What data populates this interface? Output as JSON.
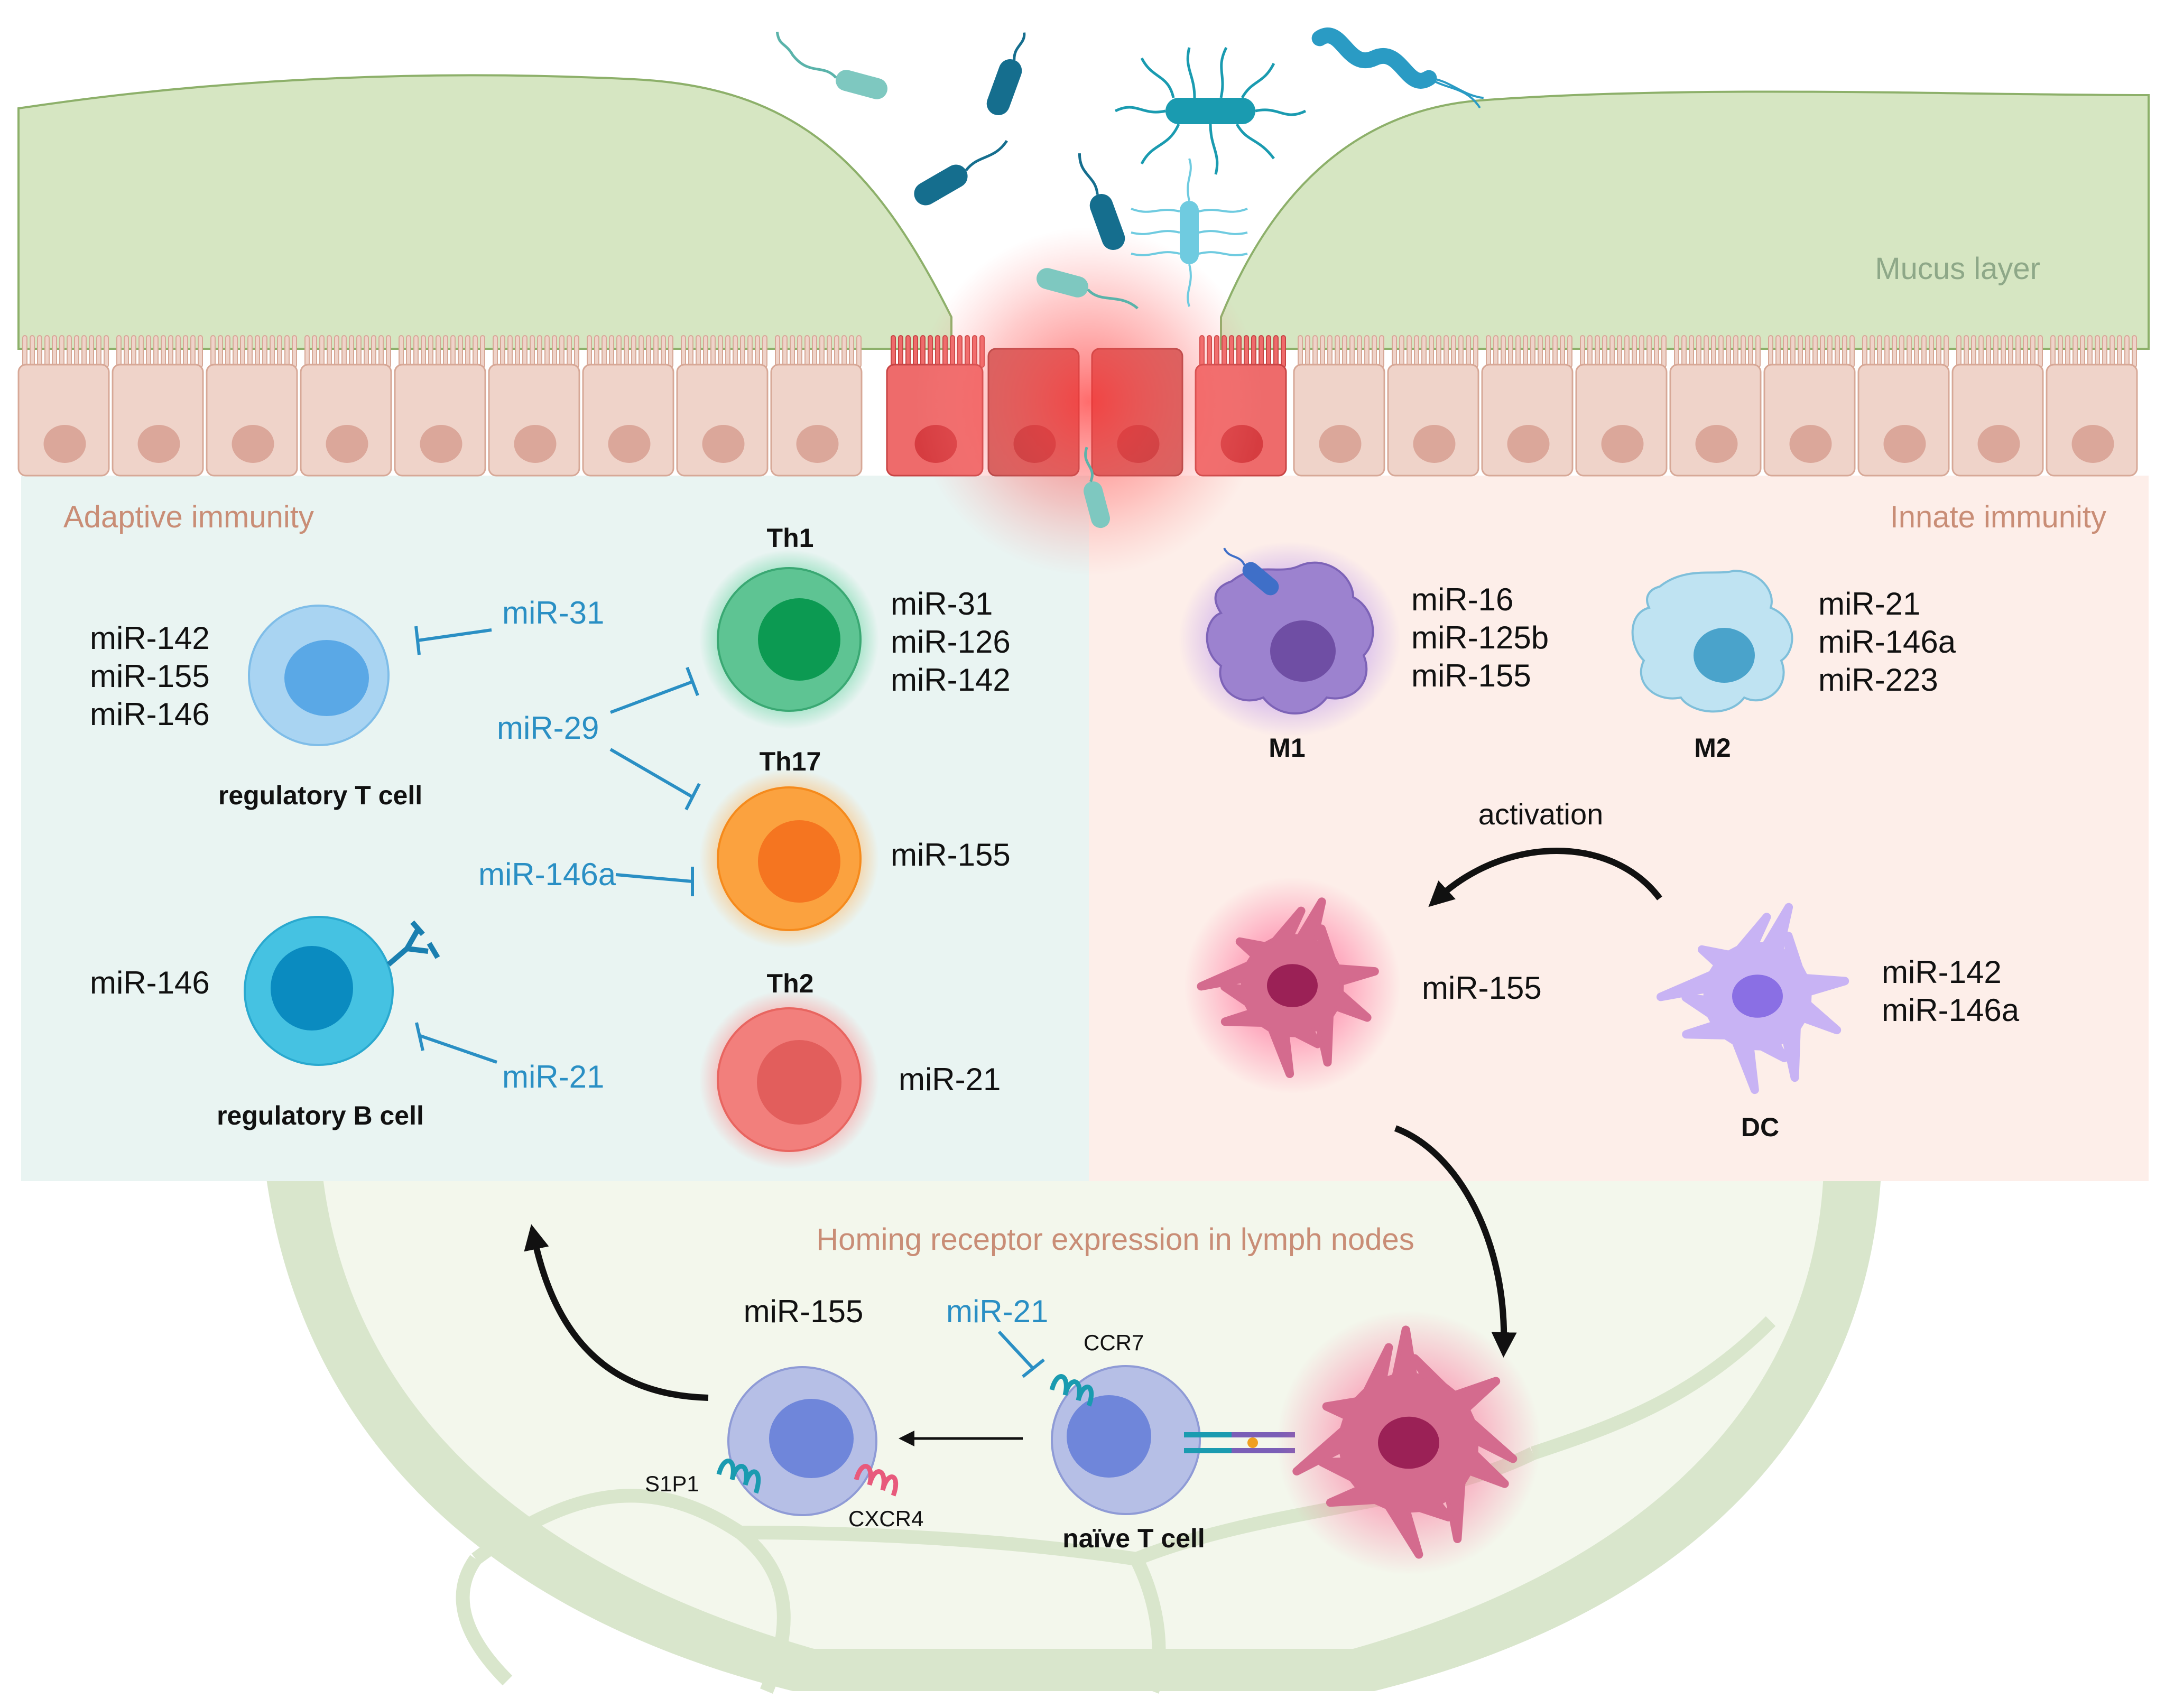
{
  "regions": {
    "mucus_layer": "Mucus layer",
    "adaptive": "Adaptive immunity",
    "innate": "Innate immunity",
    "lymph": "Homing receptor expression in lymph nodes"
  },
  "adaptive": {
    "treg": {
      "name": "regulatory T cell",
      "mirs": [
        "miR-142",
        "miR-155",
        "miR-146"
      ],
      "inhibitor": "miR-31"
    },
    "breg": {
      "name": "regulatory B cell",
      "mirs": [
        "miR-146"
      ],
      "inhibitor": "miR-21"
    },
    "th1": {
      "name": "Th1",
      "mirs": [
        "miR-31",
        "miR-126",
        "miR-142"
      ]
    },
    "th17": {
      "name": "Th17",
      "mirs": [
        "miR-155"
      ],
      "inhibitor": "miR-146a"
    },
    "th2": {
      "name": "Th2",
      "mirs": [
        "miR-21"
      ]
    },
    "shared_inhibitor": "miR-29"
  },
  "innate": {
    "m1": {
      "name": "M1",
      "mirs": [
        "miR-16",
        "miR-125b",
        "miR-155"
      ]
    },
    "m2": {
      "name": "M2",
      "mirs": [
        "miR-21",
        "miR-146a",
        "miR-223"
      ]
    },
    "activated_dc": {
      "mirs": [
        "miR-155"
      ]
    },
    "dc": {
      "name": "DC",
      "mirs": [
        "miR-142",
        "miR-146a"
      ]
    },
    "activation_label": "activation"
  },
  "lymph": {
    "naive_t": {
      "name": "naïve T cell",
      "receptor": "CCR7",
      "inhibitor": "miR-21"
    },
    "homing_t": {
      "mir": "miR-155",
      "receptors": [
        "S1P1",
        "CXCR4"
      ]
    }
  },
  "colors": {
    "adaptive_bg": "#e9f4f2",
    "innate_bg": "#fdeee9",
    "mucus": "#d6e6c2",
    "epithelium": "#efd3c9",
    "inflamed": "#e8696b",
    "inhibitor_blue": "#2a8fc4",
    "section_label": "#c98d76",
    "th1": "#3cb57a",
    "th17": "#f7932b",
    "th2": "#ee6b6b"
  }
}
